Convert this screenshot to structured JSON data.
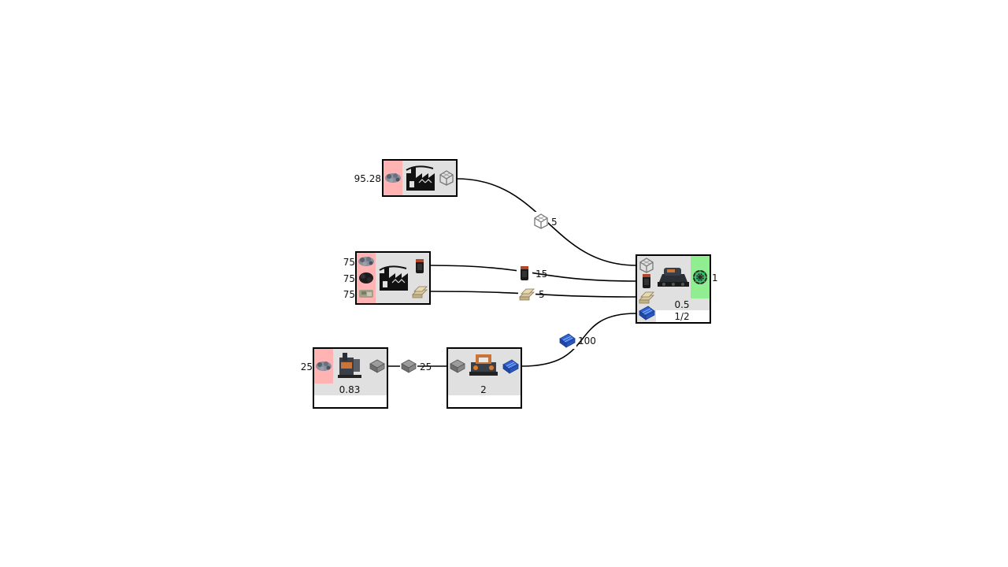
{
  "colors": {
    "input_tint": "#ffb3b3",
    "output_tint": "#90ee90",
    "node_bg": "#e0e0e0",
    "border": "#000000",
    "edge": "#000000"
  },
  "nodes": {
    "ore_source": {
      "icon": "factory-icon",
      "inputs": [
        {
          "icon": "ore-icon",
          "value": "95.28"
        }
      ],
      "outputs": [
        {
          "icon": "wireframe-cube-icon"
        }
      ]
    },
    "material_source": {
      "icon": "factory-icon",
      "inputs": [
        {
          "icon": "ore-icon",
          "value": "75"
        },
        {
          "icon": "dark-ore-icon",
          "value": "75"
        },
        {
          "icon": "bauxite-icon",
          "value": "75"
        }
      ],
      "outputs": [
        {
          "icon": "capsule-icon"
        },
        {
          "icon": "ingot-stack-icon"
        }
      ]
    },
    "smelter": {
      "icon": "smelter-machine-icon",
      "inputs": [
        {
          "icon": "ore-icon",
          "value": "25"
        }
      ],
      "outputs": [
        {
          "icon": "metal-plate-icon"
        }
      ],
      "rate": "0.83"
    },
    "assembler": {
      "icon": "assembler-machine-icon",
      "outputs": [
        {
          "icon": "blue-crate-icon"
        }
      ],
      "rate": "2"
    },
    "final_assembler": {
      "icon": "tank-machine-icon",
      "inputs": [
        {
          "icon": "wireframe-cube-icon"
        },
        {
          "icon": "capsule-icon"
        },
        {
          "icon": "ingot-stack-icon"
        },
        {
          "icon": "blue-crate-icon"
        }
      ],
      "outputs": [
        {
          "icon": "green-gear-icon",
          "value": "1"
        }
      ],
      "rate": "0.5",
      "ratio": "1/2"
    }
  },
  "edges": [
    {
      "from": "ore_source",
      "to": "final_assembler",
      "icon": "wireframe-cube-icon",
      "value": "5"
    },
    {
      "from": "material_source",
      "to": "final_assembler",
      "icon": "capsule-icon",
      "value": "15"
    },
    {
      "from": "material_source",
      "to": "final_assembler",
      "icon": "ingot-stack-icon",
      "value": "5"
    },
    {
      "from": "smelter",
      "to": "assembler",
      "icon": "metal-plate-icon",
      "value": "25"
    },
    {
      "from": "assembler",
      "to": "final_assembler",
      "icon": "blue-crate-icon",
      "value": "100"
    }
  ]
}
